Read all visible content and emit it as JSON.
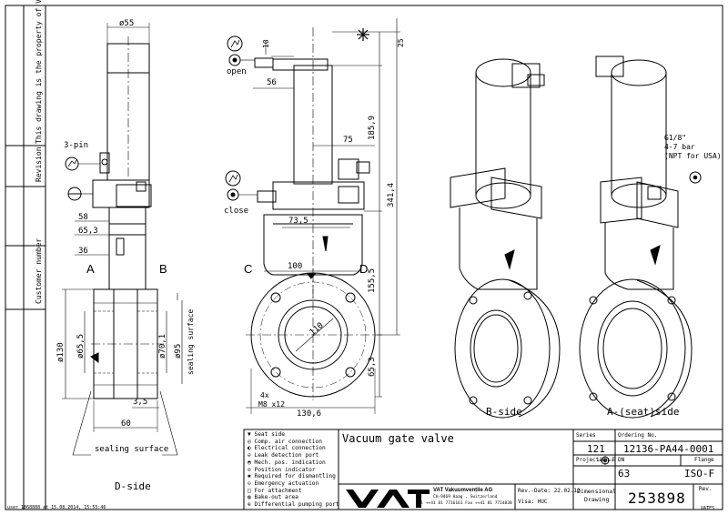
{
  "side_strip": {
    "property_note": "This drawing is the property of VAT.",
    "revision_label": "Revision",
    "customer_label": "Customer number"
  },
  "footer_stamp": "user 1868888 at 15.08.2014, 15:55:46",
  "corner_code": "VATFS",
  "views": {
    "d_side": "D-side",
    "b_side": "B-side",
    "a_side": "A-(seat)side"
  },
  "sides": {
    "A": "A",
    "B": "B",
    "C": "C",
    "D": "D"
  },
  "dimensions": {
    "d55": "ø55",
    "d58": "58",
    "d65_3": "65,3",
    "d36": "36",
    "d130": "ø130",
    "d65_5": "ø65,5",
    "d70_1": "ø70,1",
    "d95": "ø95",
    "d3_5": "3,5",
    "d60": "60",
    "d10": "10",
    "d56": "56",
    "d75": "75",
    "d73_5": "73,5",
    "d100": "100",
    "d110": "110",
    "holes": "4x",
    "thread": "M8 x12",
    "d130_6": "130,6",
    "d25": "25",
    "d185_9": "185,9",
    "d341_4": "341,4",
    "d155_5": "155,5",
    "d65_3_b": "65,3"
  },
  "labels": {
    "three_pin": "3-pin",
    "open": "open",
    "close": "close",
    "sealing_surface": "sealing surface",
    "sealing_surface_vertical": "sealing surface",
    "air_line1": "G1/8\"",
    "air_line2": "4-7 bar",
    "air_line3": "(NPT for USA)"
  },
  "legend": [
    {
      "symbol": "▼",
      "text": "Seat side"
    },
    {
      "symbol": "◎",
      "text": "Comp. air connection"
    },
    {
      "symbol": "◐",
      "text": "Electrical connection"
    },
    {
      "symbol": "⊖",
      "text": "Leak detection port"
    },
    {
      "symbol": "◓",
      "text": "Mech. pos. indication"
    },
    {
      "symbol": "⊙",
      "text": "Position indicator"
    },
    {
      "symbol": "✱",
      "text": "Required for dismantling"
    },
    {
      "symbol": "⊝",
      "text": "Emergency actuation"
    },
    {
      "symbol": "□",
      "text": "For attachment"
    },
    {
      "symbol": "◍",
      "text": "Bake-out area"
    },
    {
      "symbol": "⊕",
      "text": "Differential pumping port"
    }
  ],
  "title_block": {
    "title": "Vacuum gate valve",
    "company_name": "VAT Vakuumventile AG",
    "company_addr1": "CH-9469 Haag , Switzerland",
    "company_addr2": "Tel ++41 81 7716161 Fax ++41 81 7714830",
    "rev_date": "Rev.-Date: 22.02.12",
    "visa": "Visa: HUC",
    "series_label": "Series",
    "series": "121",
    "ordering_label": "Ordering No.",
    "ordering": "12136-PA44-0001",
    "projection_label": "Projection E",
    "dn_label": "DN",
    "dn": "63",
    "flange_label": "Flange",
    "flange": "ISO-F",
    "dimensional1": "Dimensional",
    "dimensional2": "Drawing",
    "drawing_no": "253898",
    "rev_label": "Rev."
  }
}
